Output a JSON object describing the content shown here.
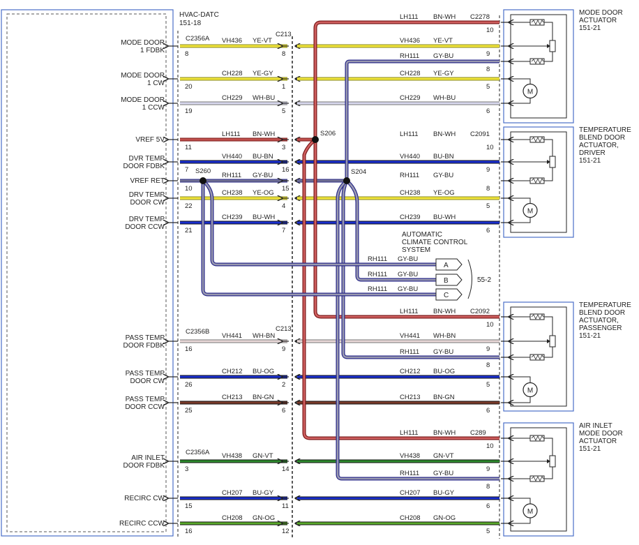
{
  "module": {
    "name": "HVAC-DATC",
    "page_ref": "151-18"
  },
  "pins": [
    {
      "label": [
        "MODE DOOR",
        "1 FDBK"
      ],
      "pin": "8",
      "color": "#f0e43a"
    },
    {
      "label": [
        "MODE DOOR",
        "1 CW"
      ],
      "pin": "20",
      "color": "#f0e43a"
    },
    {
      "label": [
        "MODE DOOR",
        "1 CCW"
      ],
      "pin": "19",
      "color": "#d8d8ee"
    },
    {
      "label": [
        "VREF 5V"
      ],
      "pin": "11",
      "color": "#c0504d"
    },
    {
      "label": [
        "DVR TEMP",
        "DOOR FDBK"
      ],
      "pin": "7",
      "color": "#1a2fd0"
    },
    {
      "label": [
        "VREF RET"
      ],
      "pin": "10",
      "color": "#707090"
    },
    {
      "label": [
        "DRV TEMP",
        "DOOR CW"
      ],
      "pin": "22",
      "color": "#f0e43a"
    },
    {
      "label": [
        "DRV TEMP",
        "DOOR CCW"
      ],
      "pin": "21",
      "color": "#1a2fd0"
    },
    {
      "label": [
        "PASS TEMP",
        "DOOR FDBK"
      ],
      "pin": "16",
      "color": "#e8d8d8"
    },
    {
      "label": [
        "PASS TEMP",
        "DOOR CW"
      ],
      "pin": "26",
      "color": "#1a2fd0"
    },
    {
      "label": [
        "PASS TEMP",
        "DOOR CCW"
      ],
      "pin": "25",
      "color": "#7a3a2a"
    },
    {
      "label": [
        "AIR INLET",
        "DOOR FDBK"
      ],
      "pin": "3",
      "color": "#2e8b2e"
    },
    {
      "label": [
        "RECIRC CW"
      ],
      "pin": "15",
      "color": "#1a2fd0"
    },
    {
      "label": [
        "RECIRC CCW"
      ],
      "pin": "16",
      "color": "#5aaa2a"
    }
  ],
  "left_wires": [
    {
      "circuit": "VH436",
      "color_code": "YE-VT",
      "inline_pin": "8"
    },
    {
      "circuit": "CH228",
      "color_code": "YE-GY",
      "inline_pin": "1"
    },
    {
      "circuit": "CH229",
      "color_code": "WH-BU",
      "inline_pin": "5"
    },
    {
      "circuit": "LH111",
      "color_code": "BN-WH",
      "inline_pin": "3"
    },
    {
      "circuit": "VH440",
      "color_code": "BU-BN",
      "inline_pin": "16"
    },
    {
      "circuit": "RH111",
      "color_code": "GY-BU",
      "inline_pin": "15"
    },
    {
      "circuit": "CH238",
      "color_code": "YE-OG",
      "inline_pin": "4"
    },
    {
      "circuit": "CH239",
      "color_code": "BU-WH",
      "inline_pin": "7"
    },
    {
      "circuit": "VH441",
      "color_code": "WH-BN",
      "inline_pin": "9"
    },
    {
      "circuit": "CH212",
      "color_code": "BU-OG",
      "inline_pin": "2"
    },
    {
      "circuit": "CH213",
      "color_code": "BN-GN",
      "inline_pin": "6"
    },
    {
      "circuit": "VH438",
      "color_code": "GN-VT",
      "inline_pin": "14"
    },
    {
      "circuit": "CH207",
      "color_code": "BU-GY",
      "inline_pin": "11"
    },
    {
      "circuit": "CH208",
      "color_code": "GN-OG",
      "inline_pin": "12"
    }
  ],
  "connectors": {
    "c2356a_top": "C2356A",
    "c213_top": "C213",
    "c2356b": "C2356B",
    "c213_mid": "C213",
    "c2356a_bottom": "C2356A"
  },
  "splices": {
    "s206": "S206",
    "s260": "S260",
    "s204": "S204"
  },
  "actuators": [
    {
      "title": [
        "MODE DOOR",
        "ACTUATOR",
        "151-21"
      ],
      "connector": "C2278",
      "wires": [
        {
          "circuit": "LH111",
          "color_code": "BN-WH",
          "pin": "10",
          "color": "#c0504d"
        },
        {
          "circuit": "VH436",
          "color_code": "YE-VT",
          "pin": "9",
          "color": "#f0e43a"
        },
        {
          "circuit": "RH111",
          "color_code": "GY-BU",
          "pin": "8",
          "color": "#707090"
        },
        {
          "circuit": "CH228",
          "color_code": "YE-GY",
          "pin": "5",
          "color": "#f0e43a"
        },
        {
          "circuit": "CH229",
          "color_code": "WH-BU",
          "pin": "6",
          "color": "#d8d8ee"
        }
      ]
    },
    {
      "title": [
        "TEMPERATURE",
        "BLEND DOOR",
        "ACTUATOR,",
        "DRIVER",
        "151-21"
      ],
      "connector": "C2091",
      "wires": [
        {
          "circuit": "LH111",
          "color_code": "BN-WH",
          "pin": "10",
          "color": "#c0504d"
        },
        {
          "circuit": "VH440",
          "color_code": "BU-BN",
          "pin": "9",
          "color": "#1a2fd0"
        },
        {
          "circuit": "RH111",
          "color_code": "GY-BU",
          "pin": "8",
          "color": "#707090"
        },
        {
          "circuit": "CH238",
          "color_code": "YE-OG",
          "pin": "5",
          "color": "#f0e43a"
        },
        {
          "circuit": "CH239",
          "color_code": "BU-WH",
          "pin": "6",
          "color": "#1a2fd0"
        }
      ]
    },
    {
      "title": [
        "TEMPERATURE",
        "BLEND DOOR",
        "ACTUATOR,",
        "PASSENGER",
        "151-21"
      ],
      "connector": "C2092",
      "wires": [
        {
          "circuit": "LH111",
          "color_code": "BN-WH",
          "pin": "10",
          "color": "#c0504d"
        },
        {
          "circuit": "VH441",
          "color_code": "WH-BN",
          "pin": "9",
          "color": "#e8d8d8"
        },
        {
          "circuit": "RH111",
          "color_code": "GY-BU",
          "pin": "8",
          "color": "#707090"
        },
        {
          "circuit": "CH212",
          "color_code": "BU-OG",
          "pin": "5",
          "color": "#1a2fd0"
        },
        {
          "circuit": "CH213",
          "color_code": "BN-GN",
          "pin": "6",
          "color": "#7a3a2a"
        }
      ]
    },
    {
      "title": [
        "AIR INLET",
        "MODE DOOR",
        "ACTUATOR",
        "151-21"
      ],
      "connector": "C289",
      "wires": [
        {
          "circuit": "LH111",
          "color_code": "BN-WH",
          "pin": "10",
          "color": "#c0504d"
        },
        {
          "circuit": "VH438",
          "color_code": "GN-VT",
          "pin": "9",
          "color": "#2e8b2e"
        },
        {
          "circuit": "RH111",
          "color_code": "GY-BU",
          "pin": "8",
          "color": "#707090"
        },
        {
          "circuit": "CH207",
          "color_code": "BU-GY",
          "pin": "6",
          "color": "#1a2fd0"
        },
        {
          "circuit": "CH208",
          "color_code": "GN-OG",
          "pin": "5",
          "color": "#5aaa2a"
        }
      ]
    }
  ],
  "accs": {
    "title": [
      "AUTOMATIC",
      "CLIMATE CONTROL",
      "SYSTEM"
    ],
    "ref": "55-2",
    "wires": [
      {
        "circuit": "RH111",
        "color_code": "GY-BU",
        "pin": "A"
      },
      {
        "circuit": "RH111",
        "color_code": "GY-BU",
        "pin": "B"
      },
      {
        "circuit": "RH111",
        "color_code": "GY-BU",
        "pin": "C"
      }
    ]
  }
}
